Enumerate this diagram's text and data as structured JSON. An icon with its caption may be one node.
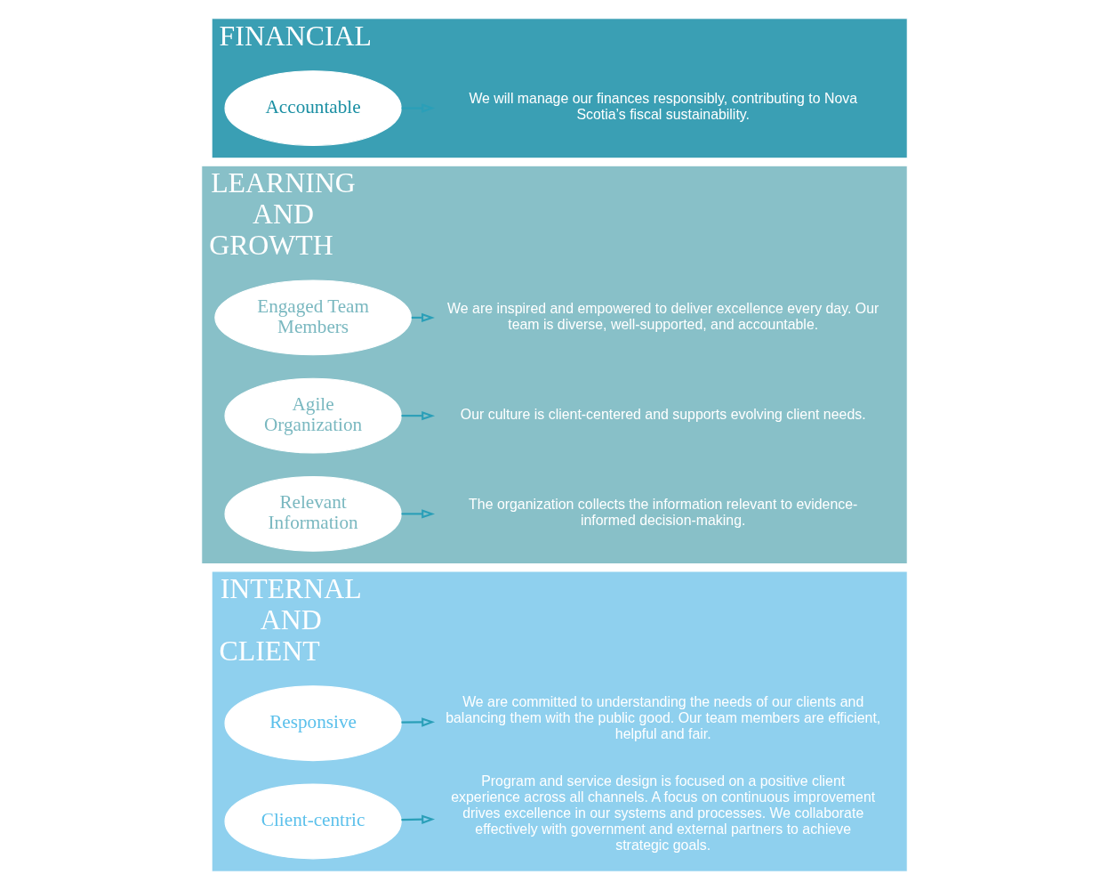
{
  "diagram": {
    "nodes": [
      {
        "text": [
          "INTERNAL AND CLIENT"
        ]
      },
      {
        "text": [
          "Responsive"
        ],
        "in": 0
      },
      {
        "text": [
          "We are committed to understanding the needs of our clients and balancing them with the public good. Our team members are efficient, helpful and fair."
        ],
        "in": 0
      },
      {
        "text": [
          "Client-centric"
        ],
        "in": 0
      },
      {
        "text": [
          "Program and service design is focused on a positive client experience across all channels. A focus on continuous improvement drives excellence in our systems and processes. We collaborate effectively with government and external partners to achieve strategic goals."
        ],
        "in": 0
      },
      {
        "text": [
          "LEARNING AND GROWTH"
        ]
      },
      {
        "text": [
          "Engaged Team Members"
        ],
        "in": 5
      },
      {
        "text": [
          "We are inspired and empowered to deliver excellence every day. Our team is diverse, well-supported, and accountable."
        ],
        "in": 5
      },
      {
        "text": [
          "Agile Organization"
        ],
        "in": 5
      },
      {
        "text": [
          "Our culture is client-centered and supports evolving client needs."
        ],
        "in": 5
      },
      {
        "text": [
          "Relevant Information"
        ],
        "in": 5
      },
      {
        "text": [
          "The organization collects the information relevant to evidence-informed decision-making."
        ],
        "in": 5
      },
      {
        "text": [
          "FINANCIAL"
        ]
      },
      {
        "text": [
          "Accountable"
        ],
        "in": 12
      },
      {
        "text": [
          "We will manage our finances responsibly, contributing to Nova Scotia’s fiscal sustainability."
        ],
        "in": 12
      }
    ],
    "edges": [
      {
        "from": 1,
        "to": 2,
        "arrow": "to"
      },
      {
        "from": 3,
        "to": 4,
        "arrow": "to"
      },
      {
        "from": 6,
        "to": 7,
        "arrow": "to"
      },
      {
        "from": 8,
        "to": 9,
        "arrow": "to"
      },
      {
        "from": 10,
        "to": 11,
        "arrow": "to"
      },
      {
        "from": 13,
        "to": 14,
        "arrow": "to"
      }
    ]
  }
}
